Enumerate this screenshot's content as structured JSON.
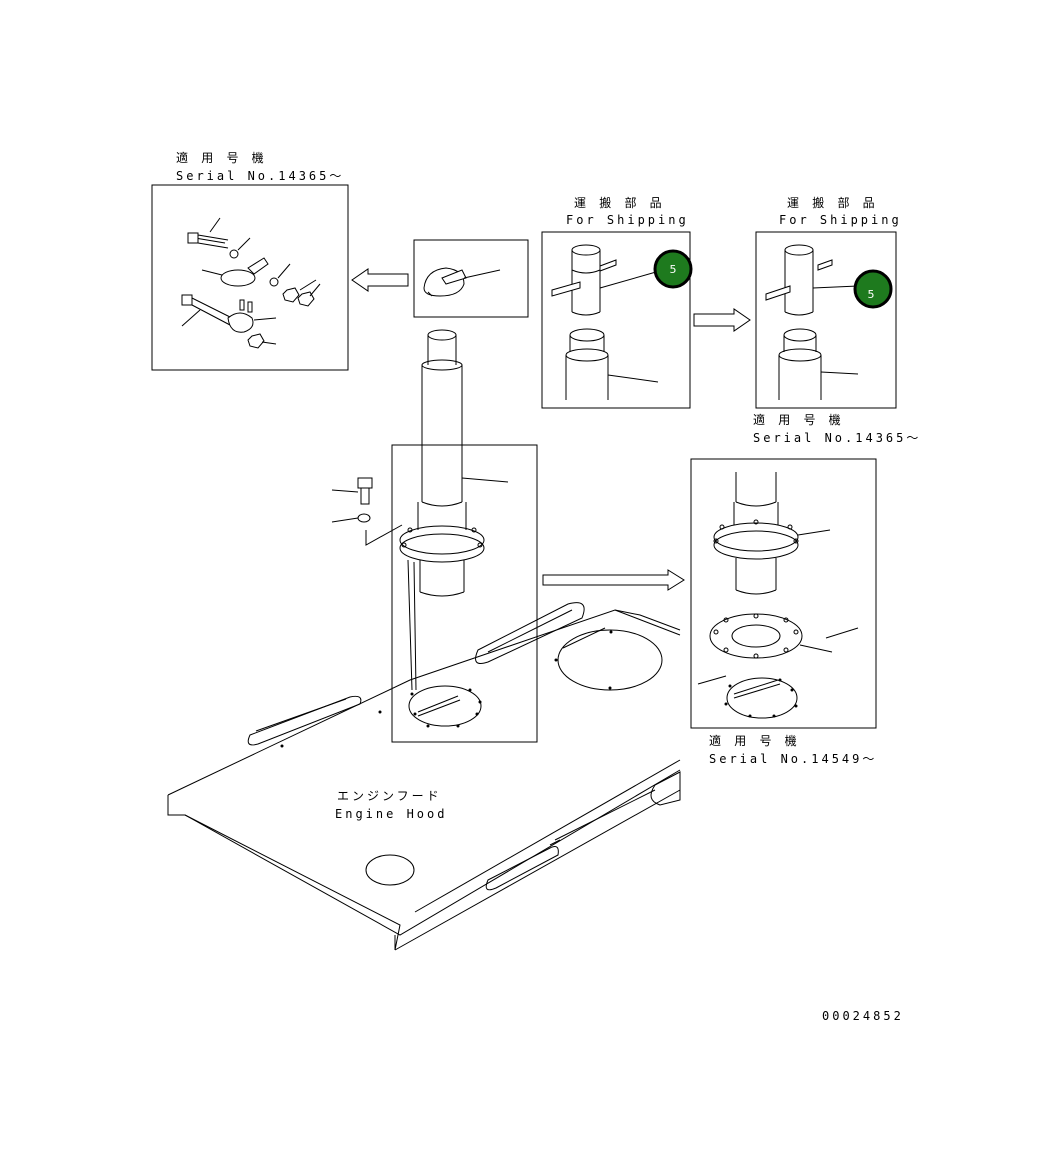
{
  "labels": {
    "serial_top_left_jp": "適 用 号 機",
    "serial_top_left": "Serial No.14365～",
    "shipping_left_jp": "運 搬 部 品",
    "shipping_left_en": "For Shipping",
    "shipping_right_jp": "運 搬 部 品",
    "shipping_right_en": "For Shipping",
    "serial_right_jp": "適 用 号 機",
    "serial_right": "Serial No.14365～",
    "serial_bottom_jp": "適 用 号 機",
    "serial_bottom": "Serial No.14549～",
    "engine_hood_jp": "エンジンフード",
    "engine_hood_en": "Engine Hood",
    "drawing_number": "00024852"
  },
  "callouts": [
    {
      "id": "callout-5-left",
      "number": "5",
      "color": "#1e7a1e"
    },
    {
      "id": "callout-5-right",
      "number": "5",
      "color": "#1e7a1e"
    }
  ]
}
